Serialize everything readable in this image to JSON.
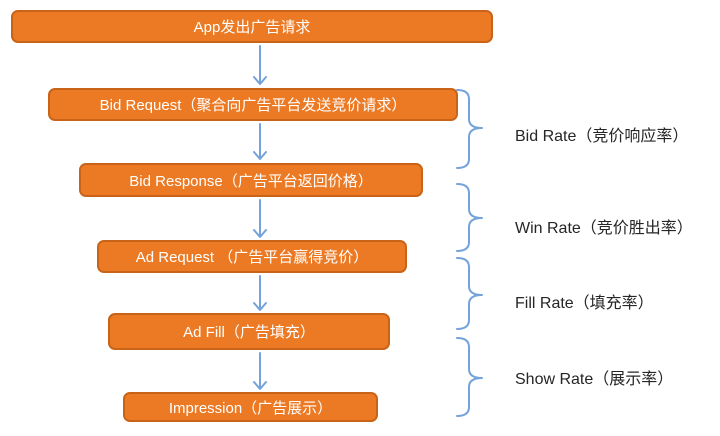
{
  "diagram": {
    "steps": [
      {
        "id": "app-ad-request",
        "label": "App发出广告请求"
      },
      {
        "id": "bid-request",
        "label": "Bid Request（聚合向广告平台发送竞价请求）"
      },
      {
        "id": "bid-response",
        "label": "Bid Response（广告平台返回价格）"
      },
      {
        "id": "ad-request",
        "label": "Ad Request （广告平台赢得竞价）"
      },
      {
        "id": "ad-fill",
        "label": "Ad Fill（广告填充）"
      },
      {
        "id": "impression",
        "label": "Impression（广告展示）"
      }
    ],
    "rates": [
      {
        "id": "bid-rate",
        "label": "Bid Rate（竞价响应率）"
      },
      {
        "id": "win-rate",
        "label": "Win Rate（竞价胜出率）"
      },
      {
        "id": "fill-rate",
        "label": "Fill Rate（填充率）"
      },
      {
        "id": "show-rate",
        "label": "Show Rate（展示率）"
      }
    ]
  },
  "colors": {
    "box_fill": "#EC7A24",
    "box_border": "#C96318",
    "box_text": "#FFFFFF",
    "connector": "#74A3DB",
    "label_text": "#262626",
    "background": "#FFFFFF"
  }
}
